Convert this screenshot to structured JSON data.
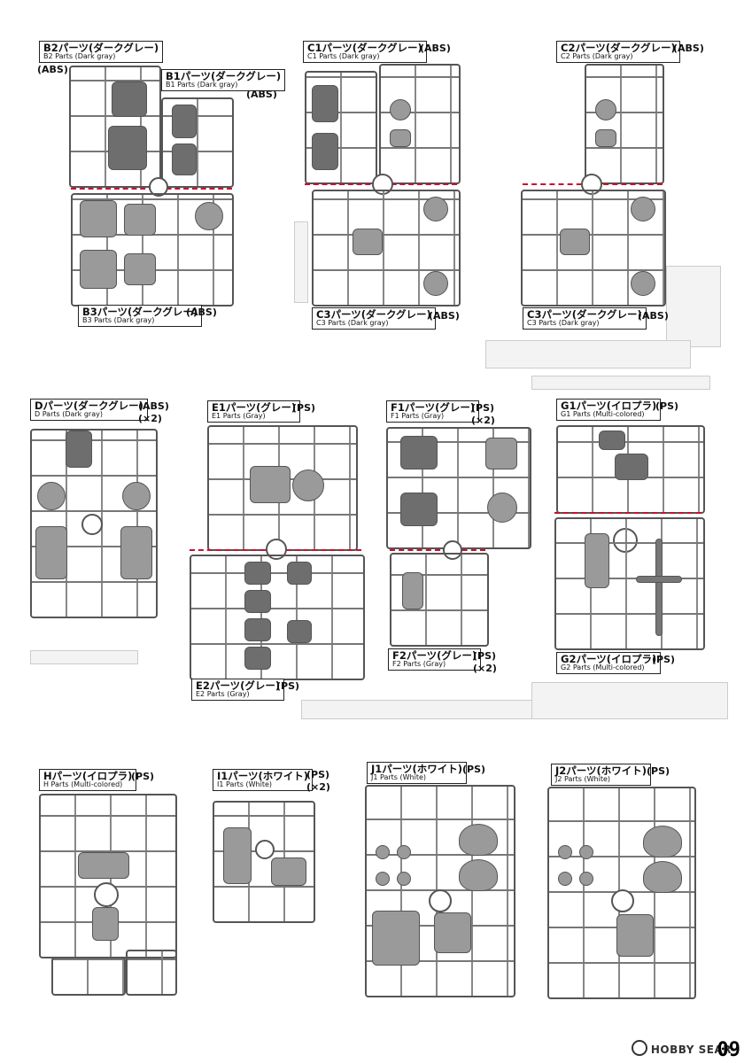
{
  "sprues": {
    "b2": {
      "jp": "B2パーツ(ダークグレー)",
      "en": "B2 Parts (Dark gray)",
      "material": "(ABS)"
    },
    "b1": {
      "jp": "B1パーツ(ダークグレー)",
      "en": "B1 Parts (Dark gray)",
      "material": "(ABS)"
    },
    "b3": {
      "jp": "B3パーツ(ダークグレー)",
      "en": "B3 Parts (Dark gray)",
      "material": "(ABS)"
    },
    "c1": {
      "jp": "C1パーツ(ダークグレー)",
      "en": "C1 Parts (Dark gray)",
      "material": "(ABS)"
    },
    "c2": {
      "jp": "C2パーツ(ダークグレー)",
      "en": "C2 Parts (Dark gray)",
      "material": "(ABS)"
    },
    "c3a": {
      "jp": "C3パーツ(ダークグレー)",
      "en": "C3 Parts (Dark gray)",
      "material": "(ABS)"
    },
    "c3b": {
      "jp": "C3パーツ(ダークグレー)",
      "en": "C3 Parts (Dark gray)",
      "material": "(ABS)"
    },
    "d": {
      "jp": "Dパーツ(ダークグレー)",
      "en": "D Parts (Dark gray)",
      "material": "(ABS)",
      "qty": "(×2)"
    },
    "e1": {
      "jp": "E1パーツ(グレー)",
      "en": "E1 Parts (Gray)",
      "material": "(PS)"
    },
    "e2": {
      "jp": "E2パーツ(グレー)",
      "en": "E2 Parts (Gray)",
      "material": "(PS)"
    },
    "f1": {
      "jp": "F1パーツ(グレー)",
      "en": "F1 Parts (Gray)",
      "material": "(PS)",
      "qty": "(×2)"
    },
    "f2": {
      "jp": "F2パーツ(グレー)",
      "en": "F2 Parts (Gray)",
      "material": "(PS)",
      "qty": "(×2)"
    },
    "g1": {
      "jp": "G1パーツ(イロプラ)",
      "en": "G1 Parts (Multi-colored)",
      "material": "(PS)"
    },
    "g2": {
      "jp": "G2パーツ(イロプラ)",
      "en": "G2 Parts (Multi-colored)",
      "material": "(PS)"
    },
    "h": {
      "jp": "Hパーツ(イロプラ)",
      "en": "H Parts (Multi-colored)",
      "material": "(PS)"
    },
    "i1": {
      "jp": "I1パーツ(ホワイト)",
      "en": "I1 Parts (White)",
      "material": "(PS)",
      "qty": "(×2)"
    },
    "j1": {
      "jp": "J1パーツ(ホワイト)",
      "en": "J1 Parts (White)",
      "material": "(PS)"
    },
    "j2": {
      "jp": "J2パーツ(ホワイト)",
      "en": "J2 Parts (White)",
      "material": "(PS)"
    }
  },
  "footer": {
    "watermark": "HOBBY SEAR",
    "page_number": "09"
  },
  "colors": {
    "cut_line": "#c8102e",
    "frame": "#555555",
    "part_gray": "#9a9a9a",
    "part_dark": "#6e6e6e"
  }
}
